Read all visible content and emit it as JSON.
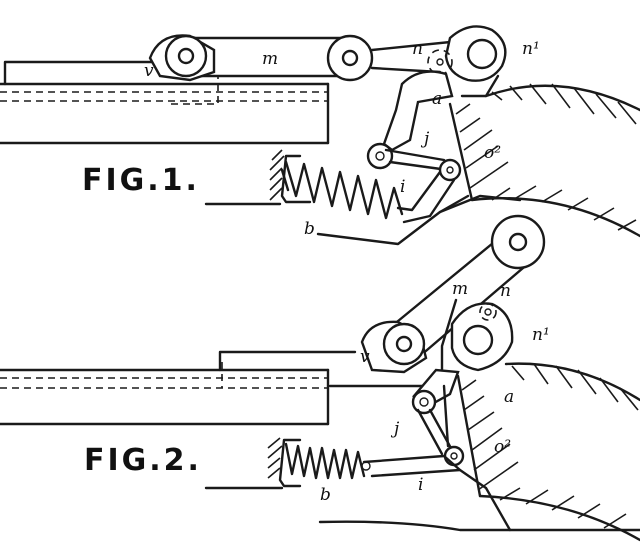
{
  "figures": [
    {
      "id": "fig1",
      "label": "FIG.1.",
      "refs": {
        "v": "v",
        "m": "m",
        "n": "n",
        "n1": "n¹",
        "a": "a",
        "j": "j",
        "o2": "o²",
        "i": "i",
        "b": "b"
      }
    },
    {
      "id": "fig2",
      "label": "FIG.2.",
      "refs": {
        "v": "v",
        "m": "m",
        "n": "n",
        "n1": "n¹",
        "a": "a",
        "j": "j",
        "o2": "o²",
        "i": "i",
        "b": "b"
      }
    }
  ],
  "colors": {
    "ink": "#1a1a1a",
    "paper": "#ffffff"
  }
}
